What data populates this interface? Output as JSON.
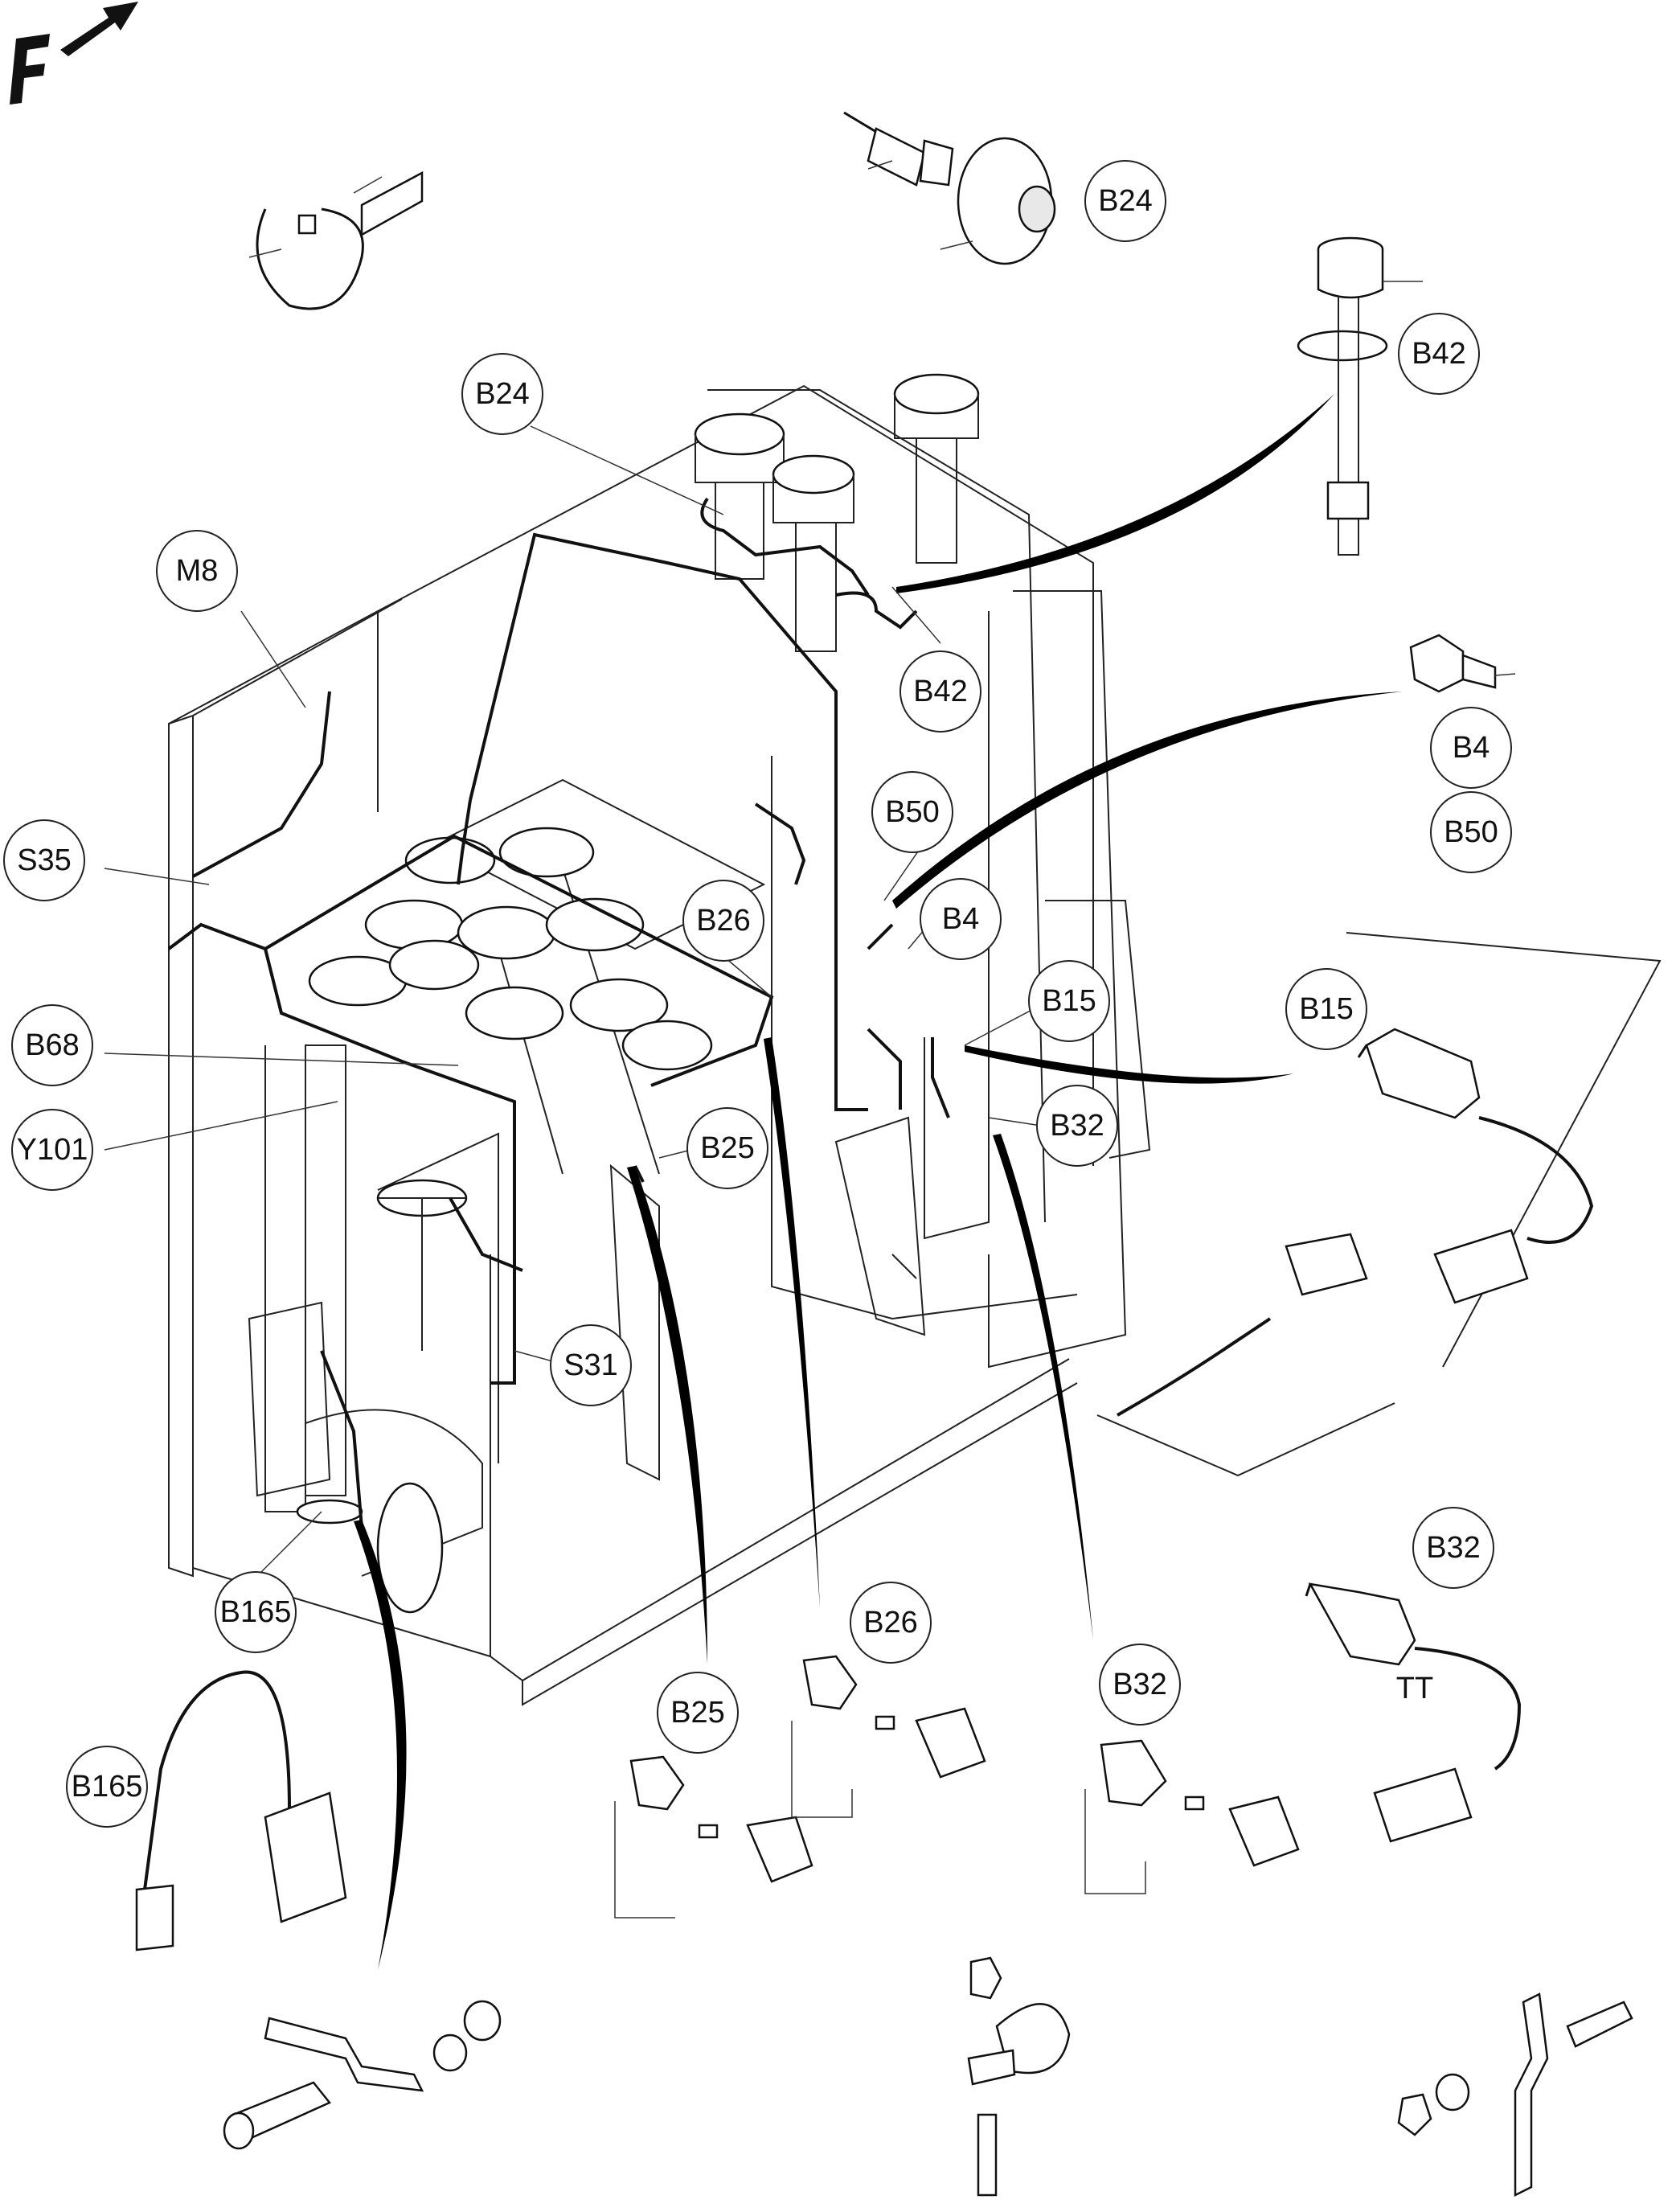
{
  "direction_marker": {
    "letter": "F",
    "arrow": "right-arrow-icon"
  },
  "callouts": [
    {
      "id": "b24-top",
      "label": "B24"
    },
    {
      "id": "b42-top",
      "label": "B42"
    },
    {
      "id": "b24-main",
      "label": "B24"
    },
    {
      "id": "m8",
      "label": "M8"
    },
    {
      "id": "b42-main",
      "label": "B42"
    },
    {
      "id": "b4-right",
      "label": "B4"
    },
    {
      "id": "b50-right",
      "label": "B50"
    },
    {
      "id": "s35",
      "label": "S35"
    },
    {
      "id": "b50-main",
      "label": "B50"
    },
    {
      "id": "b26-main",
      "label": "B26"
    },
    {
      "id": "b4-main",
      "label": "B4"
    },
    {
      "id": "b15-main",
      "label": "B15"
    },
    {
      "id": "b15-right",
      "label": "B15"
    },
    {
      "id": "b68",
      "label": "B68"
    },
    {
      "id": "b32-main",
      "label": "B32"
    },
    {
      "id": "y101",
      "label": "Y101"
    },
    {
      "id": "b25-main",
      "label": "B25"
    },
    {
      "id": "s31",
      "label": "S31"
    },
    {
      "id": "b32-right",
      "label": "B32"
    },
    {
      "id": "b165-main",
      "label": "B165"
    },
    {
      "id": "b26-detail",
      "label": "B26"
    },
    {
      "id": "b32-detail",
      "label": "B32"
    },
    {
      "id": "b25-detail",
      "label": "B25"
    },
    {
      "id": "b165-detail",
      "label": "B165"
    }
  ],
  "annotations": {
    "b32_variant": "TT"
  }
}
